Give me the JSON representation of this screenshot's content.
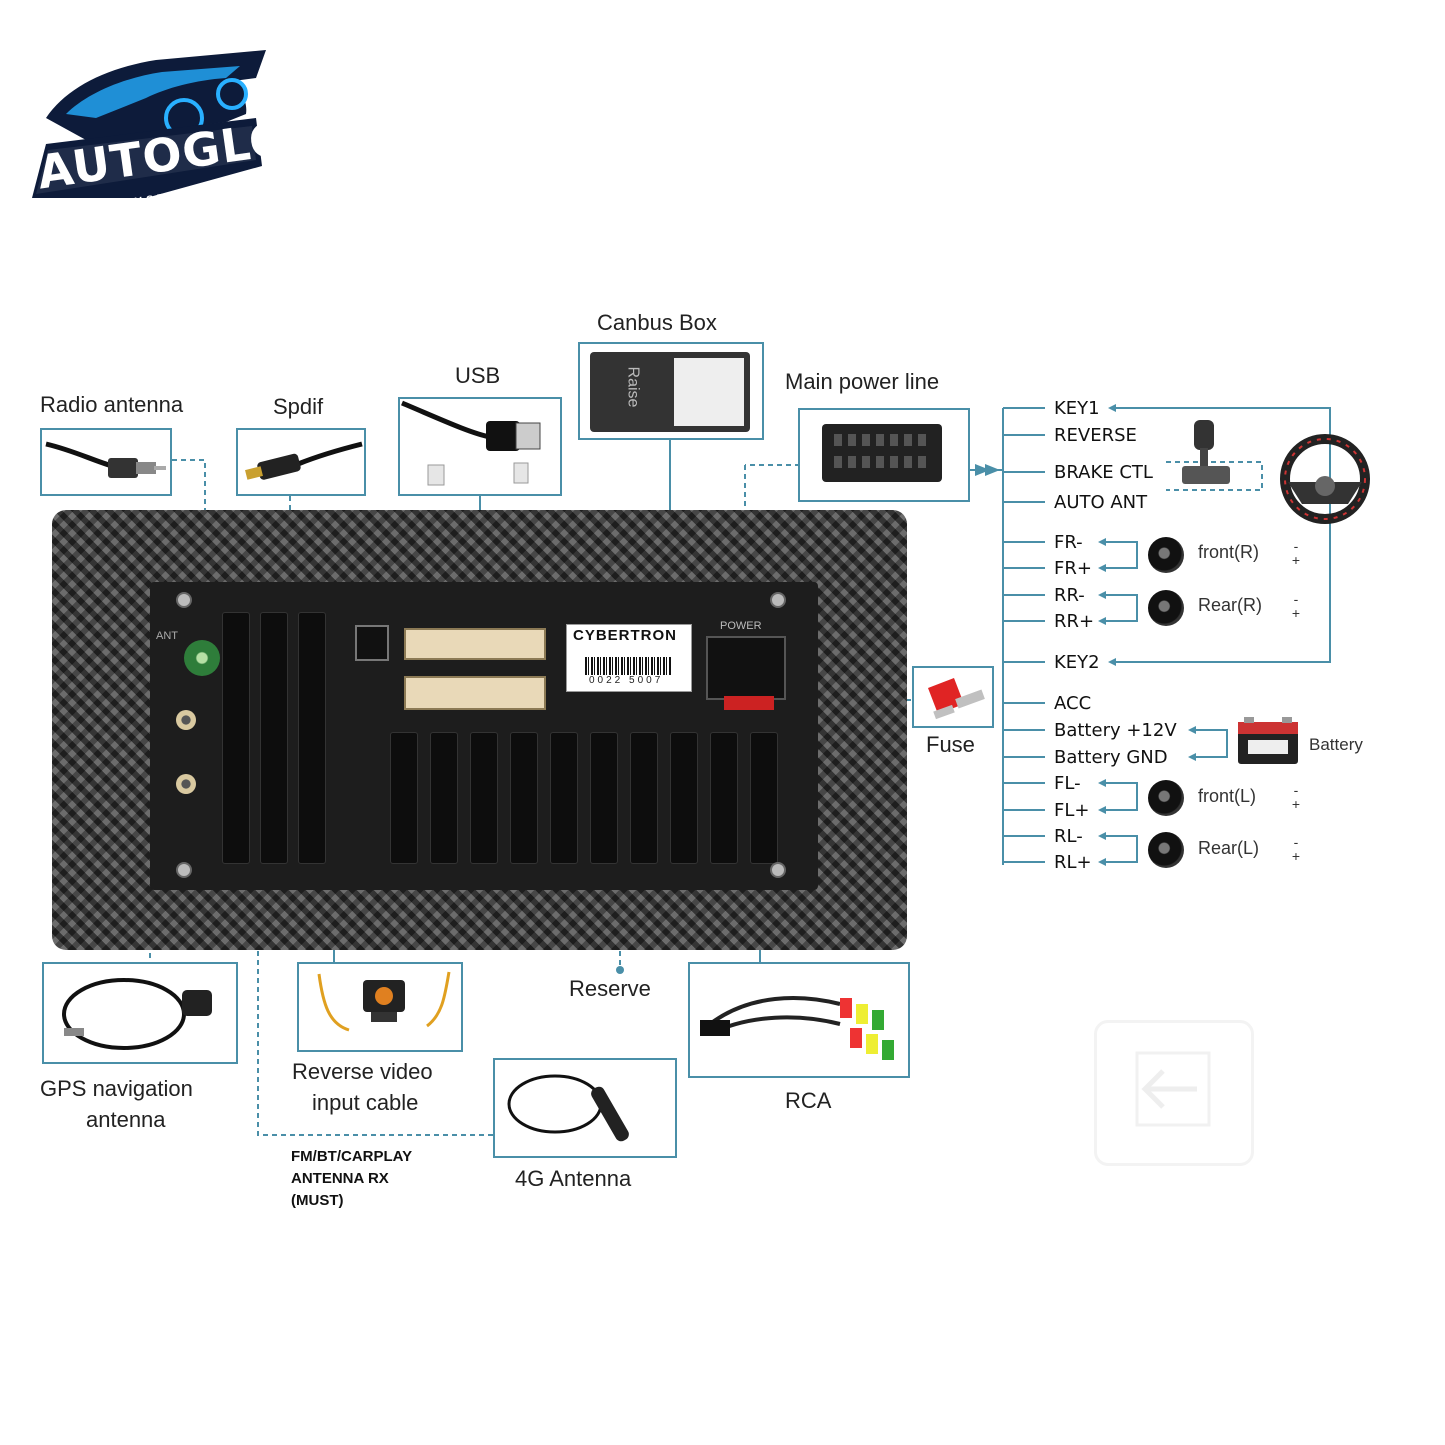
{
  "brand": {
    "name": "AUTOGLO",
    "sub": "AUSTRALIA"
  },
  "components": {
    "radio_antenna": "Radio antenna",
    "spdif": "Spdif",
    "usb": "USB",
    "canbus_box": "Canbus Box",
    "canbus_text": "Raise",
    "main_power_line": "Main power line",
    "fuse": "Fuse",
    "gps": [
      "GPS navigation",
      "antenna"
    ],
    "reverse_video": [
      "Reverse video",
      "input cable"
    ],
    "reserve": "Reserve",
    "rca": "RCA",
    "antenna_4g": "4G Antenna",
    "fm_note": [
      "FM/BT/CARPLAY",
      "ANTENNA RX",
      "(MUST)"
    ]
  },
  "unit": {
    "sticker_brand": "CYBERTRON",
    "barcode_number": "0022 5007",
    "power_label": "POWER",
    "ant_label": "ANT"
  },
  "wiring": {
    "top": [
      "KEY1",
      "REVERSE",
      "BRAKE CTL",
      "AUTO ANT"
    ],
    "front_right": [
      "FR-",
      "FR+"
    ],
    "rear_right": [
      "RR-",
      "RR+"
    ],
    "key2": "KEY2",
    "acc": "ACC",
    "battery": [
      "Battery +12V",
      "Battery GND"
    ],
    "front_left": [
      "FL-",
      "FL+"
    ],
    "rear_left": [
      "RL-",
      "RL+"
    ]
  },
  "speakers": {
    "front_r": "front(R)",
    "rear_r": "Rear(R)",
    "front_l": "front(L)",
    "rear_l": "Rear(L)",
    "battery": "Battery",
    "minus": "-",
    "plus": "+"
  },
  "colors": {
    "line": "#4a8fa8",
    "brand_blue": "#1f8fd6",
    "brand_dark": "#0d1b3a"
  }
}
